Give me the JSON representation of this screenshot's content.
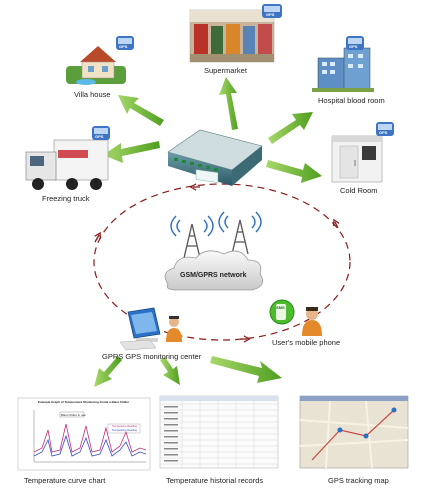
{
  "nodes": {
    "supermarket": "Supermarket",
    "villa": "Villa house",
    "hospital": "Hospital blood room",
    "truck": "Freezing truck",
    "cold_room": "Cold Room",
    "network": "GSM/GPRS  network",
    "monitoring_center": "GPRS GPS monitoring center",
    "mobile": "User's mobile phone",
    "curve_chart": "Temperature curve chart",
    "records": "Temperature historial records",
    "gps_map": "GPS tracking map"
  },
  "chart_thumb": {
    "title": "Example Graph of Temperature Monitoring Inside a Blast Chiller",
    "annotation": "Blast Chiller in use",
    "legend": [
      "Temperature Reading",
      "Temperature Reading"
    ]
  },
  "badges": {
    "gps": "GPS",
    "sms": "SMS"
  },
  "colors": {
    "arrow": "#6cbb2e",
    "dashed": "#8a1a1a",
    "device": "#3c6f7a"
  }
}
